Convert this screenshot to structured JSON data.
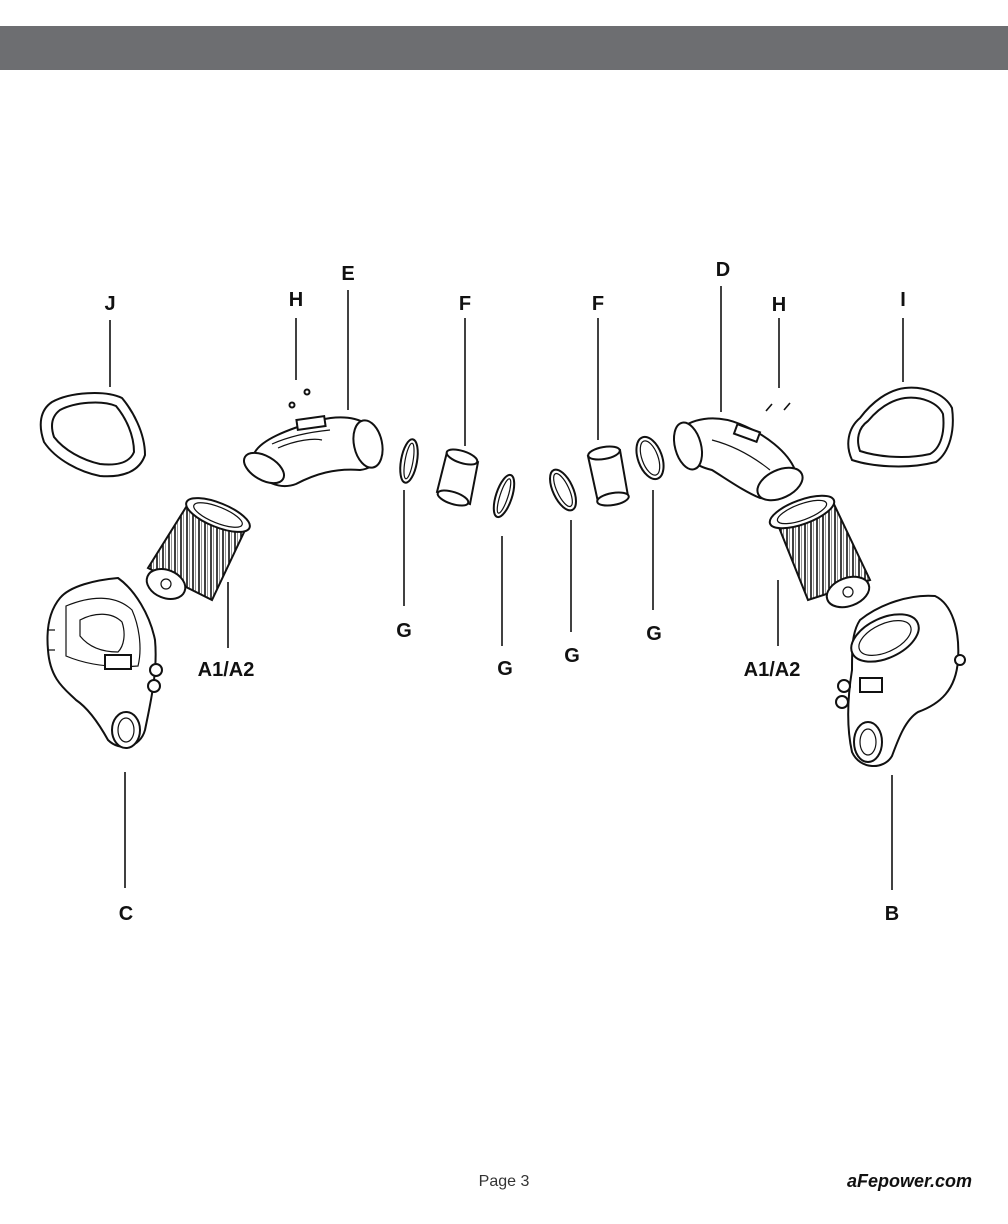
{
  "header": {
    "bar_color": "#6d6e71"
  },
  "labels": {
    "E": "E",
    "D": "D",
    "H_left": "H",
    "H_right": "H",
    "F_left": "F",
    "F_right": "F",
    "J": "J",
    "I": "I",
    "G_1": "G",
    "G_2": "G",
    "G_3": "G",
    "G_4": "G",
    "A_left": "A1/A2",
    "A_right": "A1/A2",
    "C": "C",
    "B": "B"
  },
  "footer": {
    "page": "Page 3",
    "site": "aFepower.com"
  }
}
